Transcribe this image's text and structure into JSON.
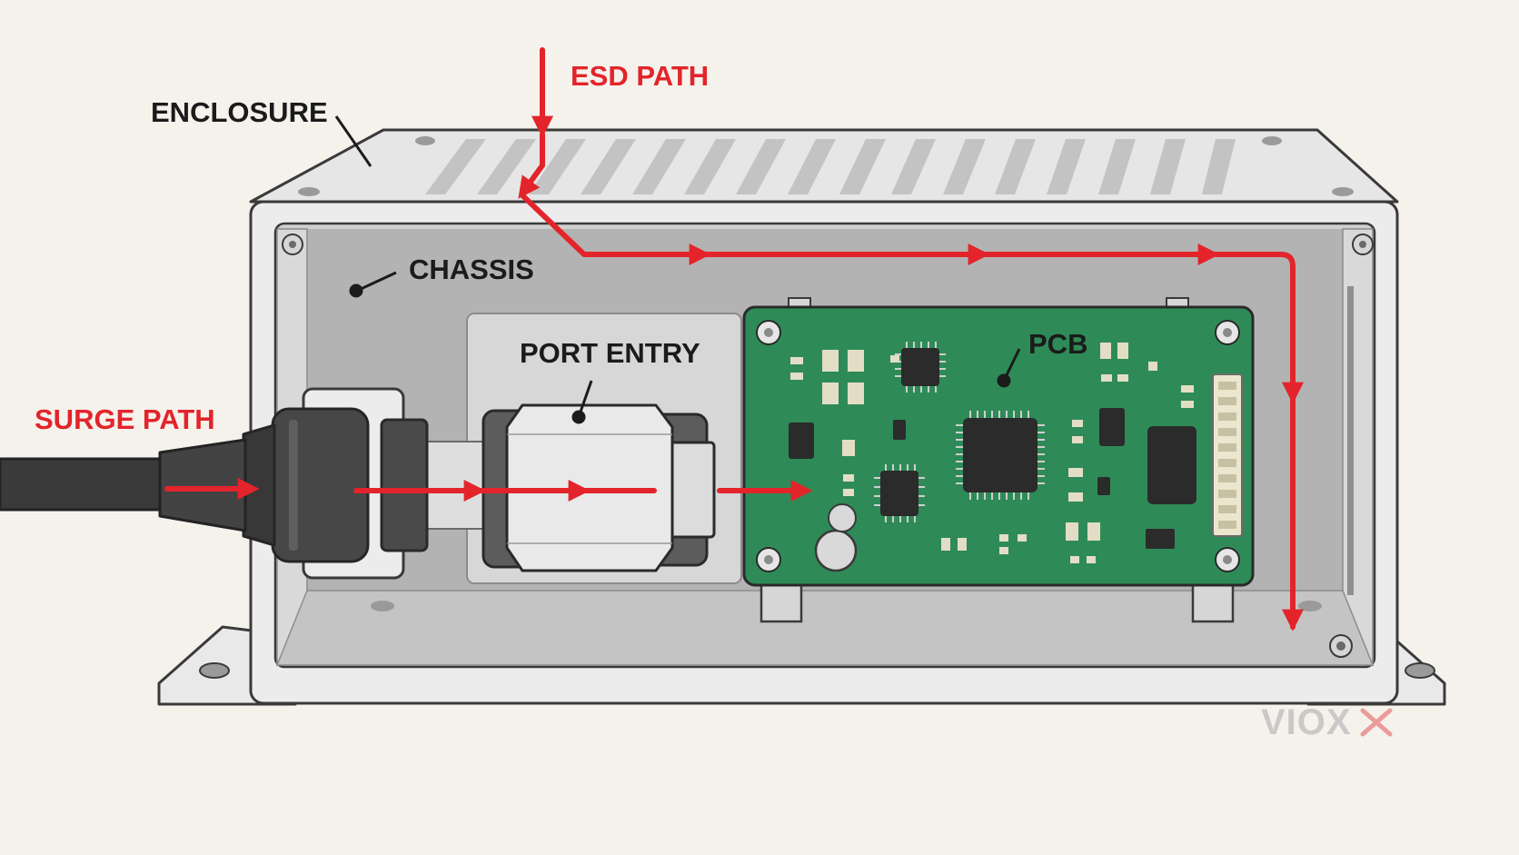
{
  "labels": {
    "enclosure": "ENCLOSURE",
    "chassis": "CHASSIS",
    "port_entry": "PORT ENTRY",
    "pcb": "PCB",
    "esd_path": "ESD PATH",
    "surge_path": "SURGE PATH"
  },
  "logo": {
    "text": "VIOX"
  },
  "colors": {
    "background": "#f5f2ec",
    "path_red": "#e3242b",
    "pcb_green": "#2e8b57",
    "label_dark": "#1b1b1b",
    "enclosure_gray": "#e6e6e6"
  }
}
